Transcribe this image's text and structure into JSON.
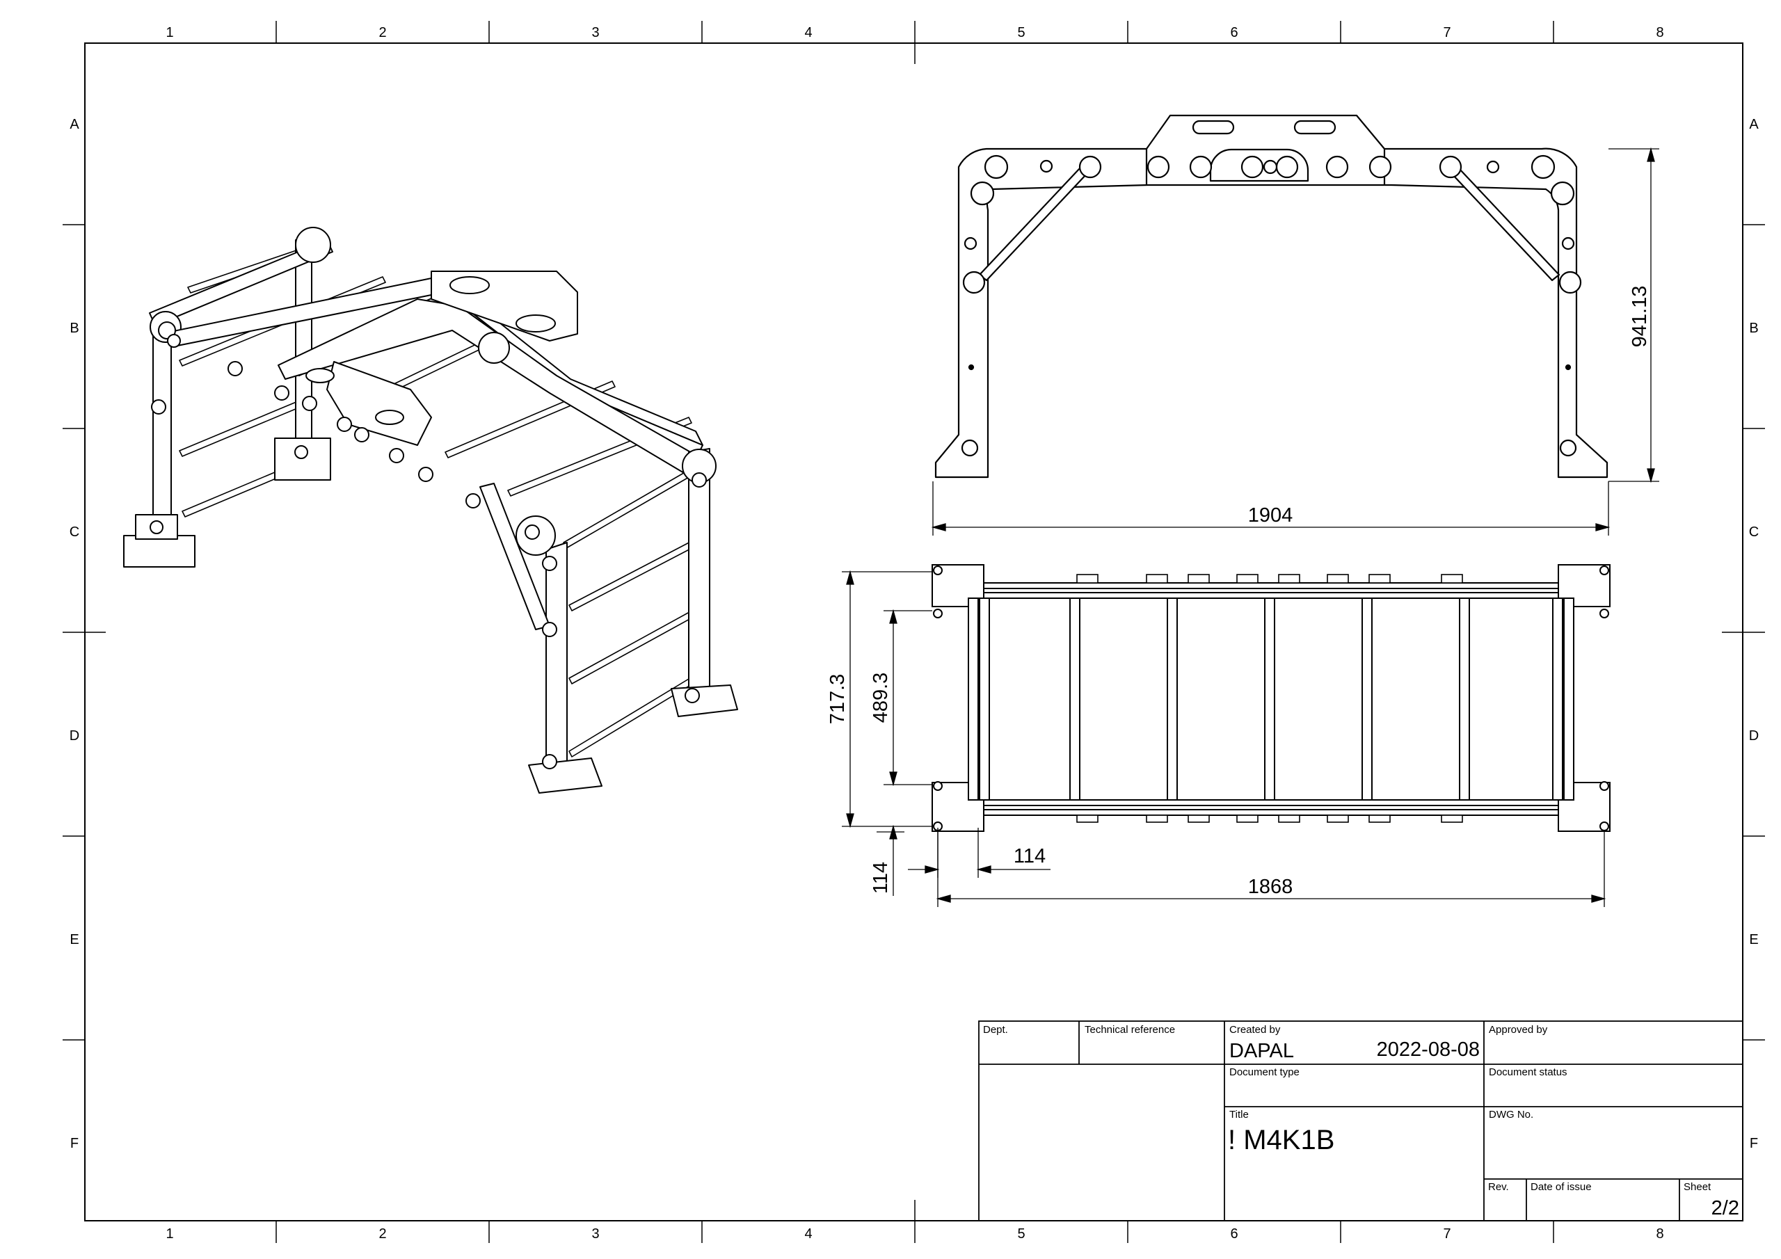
{
  "zones": {
    "columns": [
      "1",
      "2",
      "3",
      "4",
      "5",
      "6",
      "7",
      "8"
    ],
    "rows": [
      "A",
      "B",
      "C",
      "D",
      "E",
      "F"
    ]
  },
  "dimensions": {
    "height": "941.13",
    "width_front": "1904",
    "depth_outer": "717.3",
    "depth_inner": "489.3",
    "offset_x": "114",
    "offset_y": "114",
    "width_top": "1868"
  },
  "title_block": {
    "dept_label": "Dept.",
    "tech_ref_label": "Technical reference",
    "created_by_label": "Created by",
    "created_by_value": "DAPAL",
    "created_date": "2022-08-08",
    "approved_by_label": "Approved by",
    "doc_type_label": "Document type",
    "doc_status_label": "Document status",
    "title_label": "Title",
    "title_value": "! M4K1B",
    "dwg_no_label": "DWG No.",
    "rev_label": "Rev.",
    "date_of_issue_label": "Date of issue",
    "sheet_label": "Sheet",
    "sheet_value": "2/2"
  }
}
